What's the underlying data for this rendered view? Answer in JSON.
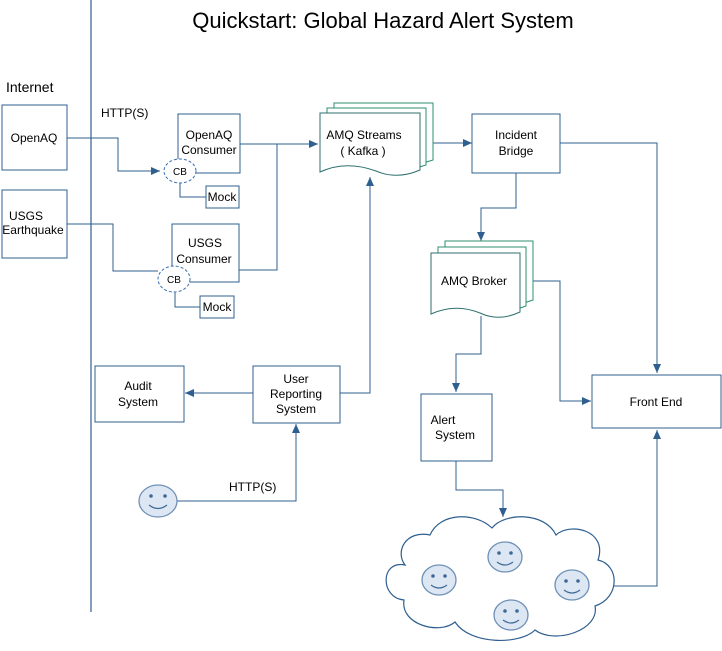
{
  "title": "Quickstart: Global Hazard Alert System",
  "zone_label": "Internet",
  "components": {
    "openaq": "OpenAQ",
    "usgs": [
      "USGS",
      "Earthquake"
    ],
    "openaq_consumer": [
      "OpenAQ",
      "Consumer"
    ],
    "usgs_consumer": [
      "USGS",
      "Consumer"
    ],
    "circuit_breaker": "CB",
    "mock": "Mock",
    "amq_streams": [
      "AMQ Streams",
      "( Kafka )"
    ],
    "incident_bridge": [
      "Incident",
      "Bridge"
    ],
    "amq_broker": "AMQ Broker",
    "audit_system": [
      "Audit",
      "System"
    ],
    "user_reporting": [
      "User",
      "Reporting",
      "System"
    ],
    "alert_system": [
      "Alert",
      "System"
    ],
    "front_end": "Front End"
  },
  "edge_labels": {
    "openaq_protocol": "HTTP(S)",
    "user_protocol": "HTTP(S)"
  },
  "colors": {
    "line": "#2f5f8f",
    "face_fill": "#dde7f3"
  }
}
